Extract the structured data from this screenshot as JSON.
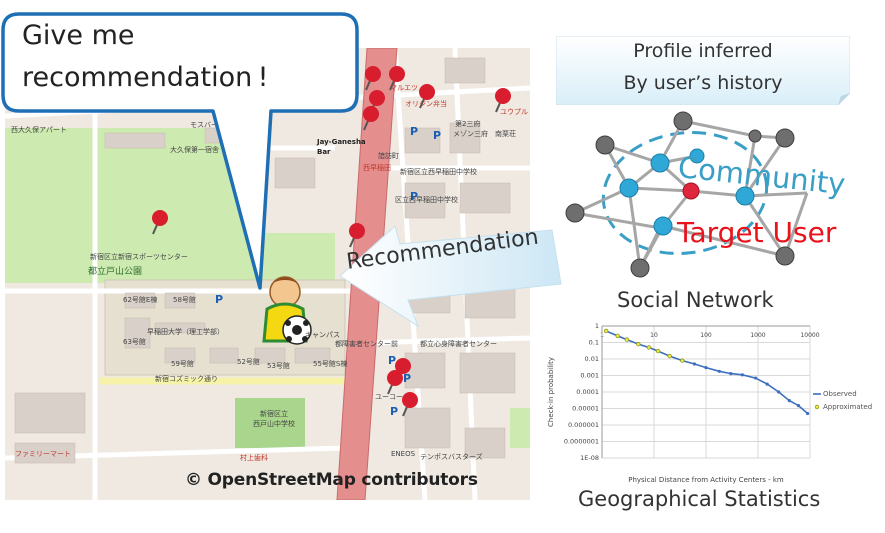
{
  "speech_bubble": {
    "line1": "Give me",
    "line2": "recommendation !"
  },
  "profile": {
    "line1": "Profile inferred",
    "line2": "By user’s history"
  },
  "recommendation_label": "Recommendation",
  "network": {
    "community_label": "Community",
    "target_label": "Target User",
    "title": "Social Network"
  },
  "map": {
    "credit": "© OpenStreetMap contributors",
    "labels": [
      "西大久保アパート",
      "大久保第一宿舎",
      "モスバーガー",
      "Jay-Ganesha",
      "Bar",
      "諳訪町",
      "西早稲田",
      "新宿区立西早稲田中学校",
      "区立西早稲田中学校",
      "新宿区立新宿スポーツセンター",
      "都立戸山公園",
      "62号館E棟",
      "58号館",
      "早稲田大学（理工学部）",
      "63号館",
      "59号館",
      "52号館",
      "53号館",
      "55号館S棟",
      "キャンパス",
      "都障害者センター前",
      "都立心身障害者センター",
      "新宿コズミック通り",
      "新宿区立",
      "西戸山中学校",
      "ファミリーマート",
      "村上歯科",
      "テンポスバスターズ",
      "ENEOS",
      "マルエツ",
      "オリジン弁当",
      "ユウプル",
      "第2三府",
      "メゾン三府",
      "南栗荘",
      "ユーコー"
    ]
  },
  "colors": {
    "bubble_border": "#1f6fb5",
    "network_node_blue": "#2fa8d8",
    "network_node_red": "#e0263d",
    "community_text": "#3a9fc6",
    "target_text": "#e8131b",
    "observed": "#3c6fbf",
    "approximated": "#8b9a1a"
  },
  "chart_data": {
    "type": "scatter",
    "title": "Geographical Statistics",
    "xlabel": "Physical Distance from Activity Centers - km",
    "ylabel": "Check-in probability",
    "x_scale": "log",
    "y_scale": "log",
    "xlim": [
      1,
      10000
    ],
    "ylim": [
      1e-08,
      1
    ],
    "x_ticks": [
      "1",
      "10",
      "100",
      "1000",
      "10000"
    ],
    "y_ticks": [
      "1",
      "0.1",
      "0.01",
      "0.001",
      "0.0001",
      "0.00001",
      "0.000001",
      "0.0000001",
      "1E-08"
    ],
    "grid": true,
    "legend": "right",
    "series": [
      {
        "name": "Observed",
        "x": [
          1.2,
          2,
          3,
          5,
          8,
          12,
          20,
          35,
          60,
          100,
          180,
          300,
          500,
          900,
          1500,
          2500,
          4000,
          6000,
          9000
        ],
        "y": [
          0.5,
          0.25,
          0.15,
          0.08,
          0.05,
          0.03,
          0.015,
          0.008,
          0.005,
          0.003,
          0.0018,
          0.0013,
          0.0011,
          0.0007,
          0.0003,
          0.0001,
          3e-05,
          1.5e-05,
          5e-06
        ]
      },
      {
        "name": "Approximated",
        "x": [
          1.2,
          2,
          3,
          5,
          8,
          12,
          20,
          35
        ],
        "y": [
          0.5,
          0.25,
          0.15,
          0.08,
          0.05,
          0.03,
          0.015,
          0.008
        ]
      }
    ]
  }
}
